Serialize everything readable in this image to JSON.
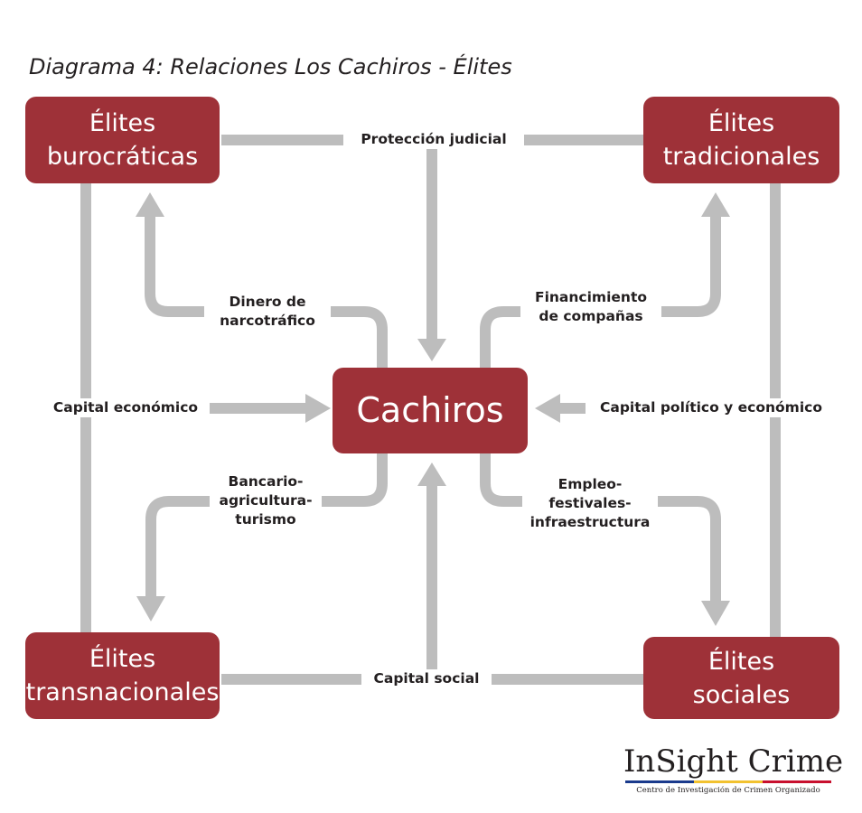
{
  "title": "Diagrama 4: Relaciones Los Cachiros - Élites",
  "colors": {
    "node": "#9e3138",
    "arrow": "#bdbdbd",
    "text": "#231f20",
    "logo_bar": [
      "#1a3a8c",
      "#f2c230",
      "#c8102e"
    ]
  },
  "nodes": {
    "burocraticas": {
      "line1": "Élites",
      "line2": "burocráticas"
    },
    "tradicionales": {
      "line1": "Élites",
      "line2": "tradicionales"
    },
    "transnacionales": {
      "line1": "Élites",
      "line2": "transnacionales"
    },
    "sociales": {
      "line1": "Élites",
      "line2": "sociales"
    },
    "center": {
      "label": "Cachiros"
    }
  },
  "edges": {
    "proteccion": "Protección judicial",
    "dinero": {
      "line1": "Dinero de",
      "line2": "narcotráfico"
    },
    "financiamiento": {
      "line1": "Financimiento",
      "line2": "de compañas"
    },
    "capital_economico": "Capital económico",
    "capital_politico": "Capital político y económico",
    "bancario": {
      "line1": "Bancario-",
      "line2": "agricultura-",
      "line3": "turismo"
    },
    "empleo": {
      "line1": "Empleo-",
      "line2": "festivales-",
      "line3": "infraestructura"
    },
    "capital_social": "Capital social"
  },
  "logo": {
    "name": "InSight Crime",
    "subtitle": "Centro de Investigación de Crimen Organizado"
  }
}
